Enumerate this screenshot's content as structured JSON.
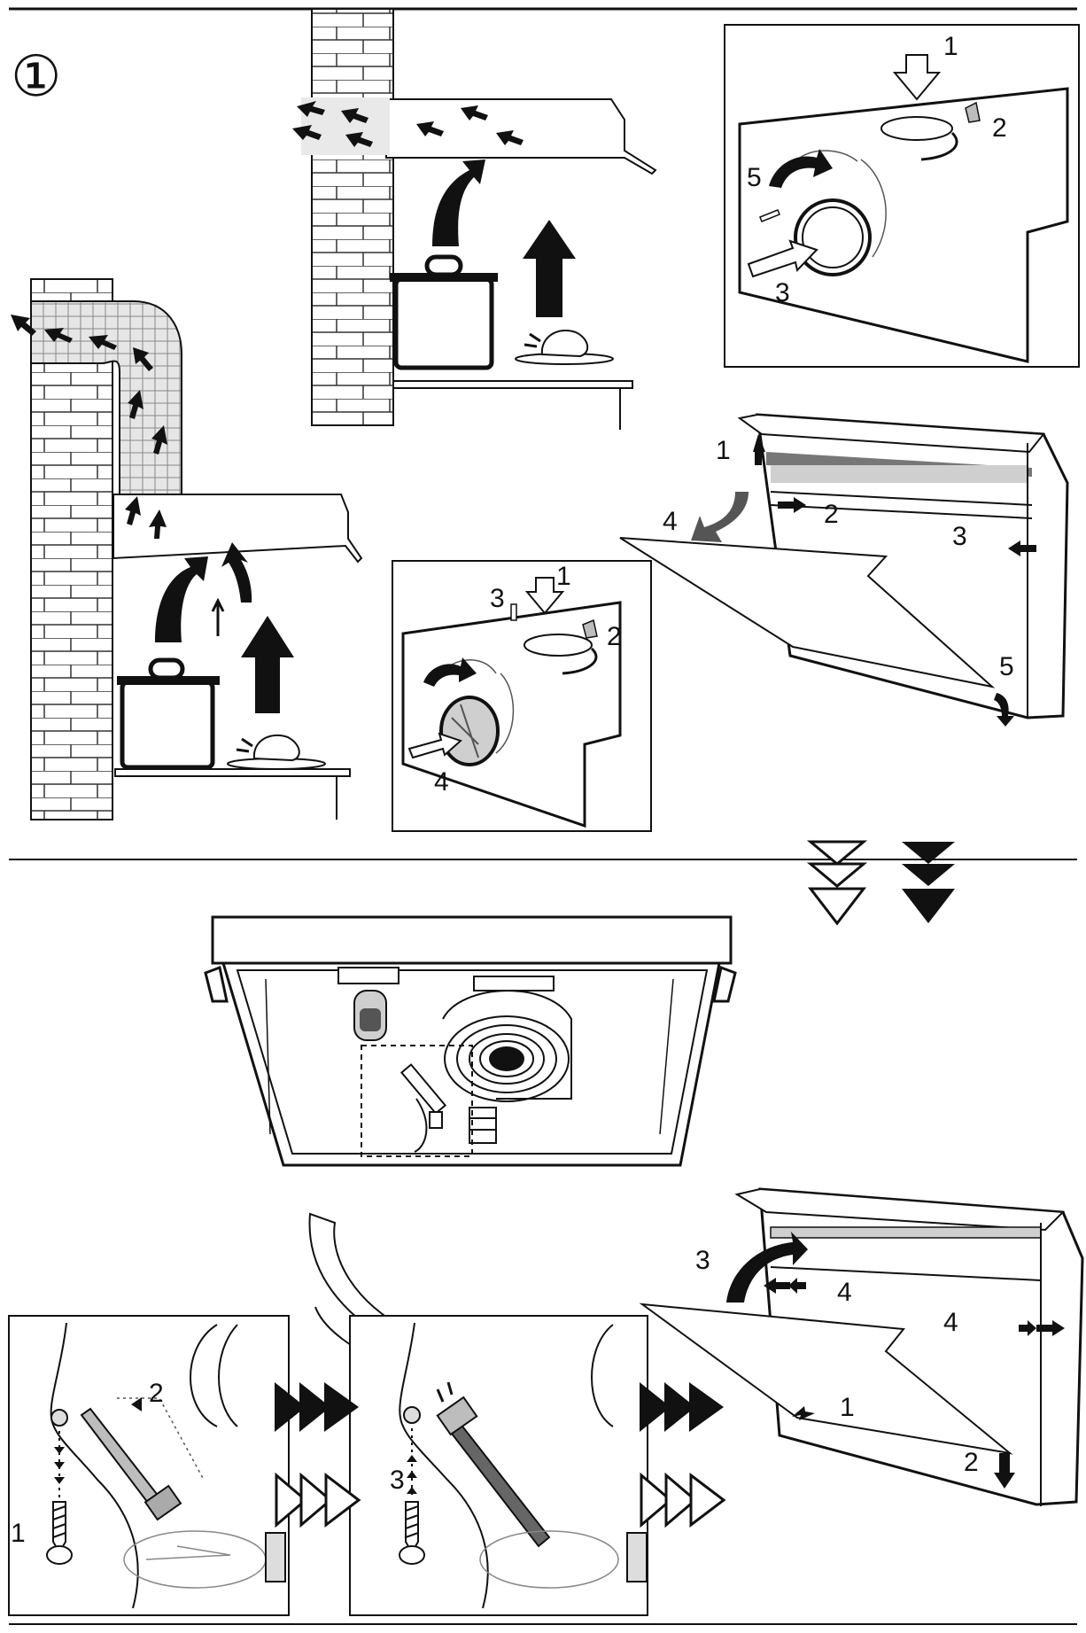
{
  "page": {
    "step_marker": "①"
  },
  "vent_box_top_right": {
    "labels": [
      "1",
      "2",
      "5",
      "3"
    ]
  },
  "filter_panel_top": {
    "labels": [
      "1",
      "2",
      "4",
      "3",
      "5"
    ]
  },
  "vent_box_middle": {
    "labels": [
      "3",
      "1",
      "2",
      "4"
    ]
  },
  "bulb_detail_left": {
    "labels": [
      "2",
      "1"
    ]
  },
  "bulb_detail_middle": {
    "labels": [
      "3"
    ]
  },
  "filter_panel_bottom": {
    "labels": [
      "3",
      "4",
      "4",
      "1",
      "2"
    ]
  },
  "colors": {
    "ink": "#111111",
    "paper": "#ffffff",
    "shade": "#bdbdbd"
  },
  "icons": [
    "recirculation-air-arrow-icon",
    "exhaust-air-arrow-icon",
    "white-triangle-arrow-icon",
    "black-triangle-arrow-icon",
    "light-bulb-icon",
    "screw-icon",
    "cooking-pot-icon",
    "roast-chicken-icon"
  ]
}
